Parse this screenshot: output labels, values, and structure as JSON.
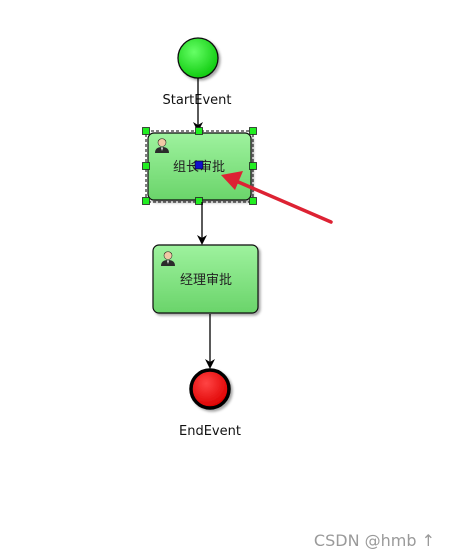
{
  "diagram": {
    "start_event": {
      "label": "StartEvent",
      "color": "#22dd22"
    },
    "task_group_leader": {
      "label": "组长审批",
      "color": "#77dd77",
      "selected": true
    },
    "task_manager": {
      "label": "经理审批",
      "color": "#77dd77"
    },
    "end_event": {
      "label": "EndEvent",
      "color": "#ee1111"
    },
    "handle_color": "#22ee22",
    "center_handle_color": "#1111cc",
    "arrow_color": "#dd2233",
    "user_task_icon": "user-icon"
  },
  "watermark": {
    "text": "CSDN @hmb ↑"
  }
}
